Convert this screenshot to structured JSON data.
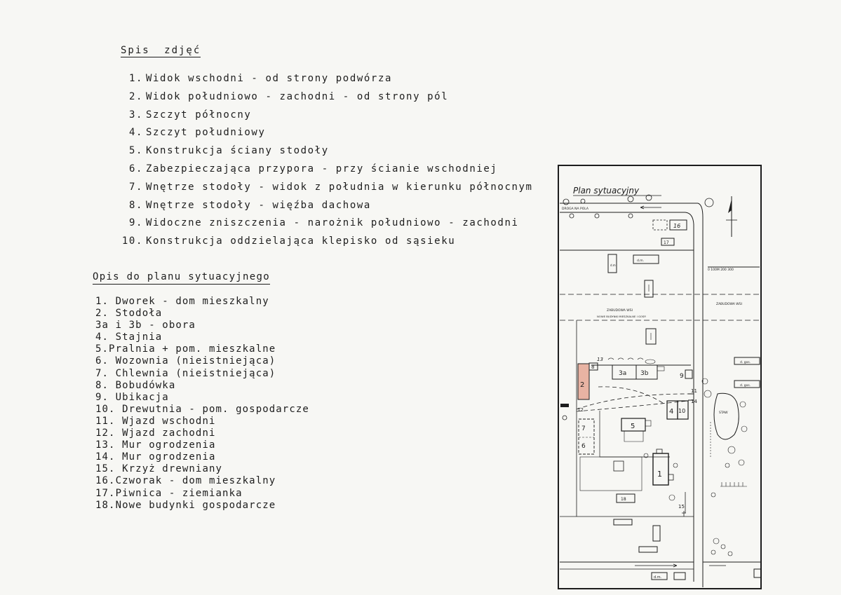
{
  "photos": {
    "title": "Spis zdjęć",
    "items": [
      {
        "num": "1.",
        "text": "Widok  wschodni - od strony podwórza"
      },
      {
        "num": "2.",
        "text": "Widok południowo - zachodni - od strony pól"
      },
      {
        "num": "3.",
        "text": "Szczyt  północny"
      },
      {
        "num": "4.",
        "text": "Szczyt południowy"
      },
      {
        "num": "5.",
        "text": "Konstrukcja ściany stodoły"
      },
      {
        "num": "6.",
        "text": "Zabezpieczająca przypora - przy ścianie wschodniej"
      },
      {
        "num": "7.",
        "text": "Wnętrze stodoły - widok  z południa w kierunku północnym"
      },
      {
        "num": "8.",
        "text": "Wnętrze stodoły - więźba dachowa"
      },
      {
        "num": "9.",
        "text": "Widoczne zniszczenia - narożnik  południowo - zachodni"
      },
      {
        "num": "10.",
        "text": "Konstrukcja oddzielająca klepisko od sąsieku"
      }
    ]
  },
  "legend": {
    "title": "Opis do planu sytuacyjnego",
    "items": [
      "1. Dworek - dom   mieszkalny",
      "2. Stodoła",
      "3a i 3b - obora",
      "4. Stajnia",
      "5.Pralnia + pom. mieszkalne",
      "6. Wozownia (nieistniejąca)",
      "7. Chlewnia (nieistniejąca)",
      "8. Bobudówka",
      "9. Ubikacja",
      "10. Drewutnia - pom. gospodarcze",
      "11. Wjazd wschodni",
      "12. Wjazd zachodni",
      "13. Mur ogrodzenia",
      "14. Mur ogrodzenia",
      "15. Krzyż drewniany",
      "16.Czworak - dom mieszkalny",
      "17.Piwnica - ziemianka",
      "18.Nowe budynki gospodarcze"
    ]
  },
  "plan": {
    "title": "Plan sytuacyjny",
    "road_label": "DROGA NA POLA",
    "zabudowa_wsi": "ZABUDOWA WSI",
    "zabudowa_wsi_right": "ZABUDOWA WSI",
    "nowe_budynki": "NOWE BUDYNKI MIESZKALNE I GOSP.",
    "staw": "STAW",
    "scale": "0   100M  200  300",
    "dm": "d.m.",
    "dm2": "d.m.",
    "dm3": "d.m",
    "gosp1": "d. gos.",
    "gosp2": "d. gos.",
    "labels": {
      "b1": "1",
      "b2": "2",
      "b3a": "3a",
      "b3b": "3b",
      "b4": "4",
      "b5": "5",
      "b6": "6",
      "b7": "7",
      "b8": "8",
      "b9": "9",
      "b10": "10",
      "b11": "11",
      "b12": "12",
      "b13": "13",
      "b14": "14",
      "b15": "15",
      "b16": "16",
      "b17": "17",
      "b18": "18"
    },
    "colors": {
      "barn_fill": "#e8b3a3",
      "line": "#1d1d1d"
    }
  }
}
